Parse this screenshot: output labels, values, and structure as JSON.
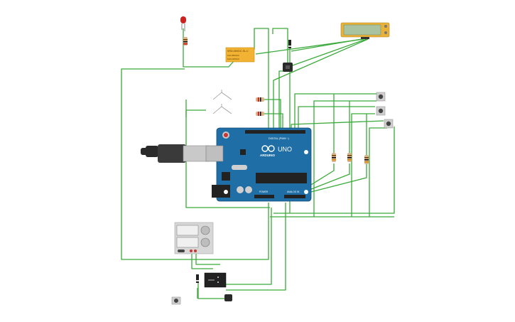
{
  "arduino": {
    "brand_label": "UNO",
    "maker_label": "ARDUINO",
    "digital_label": "DIGITAL (PWM ~)",
    "power_label": "POWER",
    "analog_label": "ANALOG IN",
    "board_color": "#1f6ea6"
  },
  "relay": {
    "part_label": "SRD-05VDC-SL-C",
    "line1": "10A 250VAC",
    "line2": "10A 125VAC",
    "body_color": "#f2b233"
  },
  "colors": {
    "wire": "#3aaa3a",
    "led": "#cc2222",
    "lcd_body": "#e8b23a",
    "lcd_screen": "#a9c2a0",
    "psu_body": "#d7d7d7",
    "usb_cable": "#2a2a2a"
  },
  "icons": {
    "led": "led-icon",
    "resistor": "resistor-icon",
    "pushbutton": "pushbutton-icon",
    "transistor": "transistor-icon",
    "diode": "diode-icon"
  }
}
